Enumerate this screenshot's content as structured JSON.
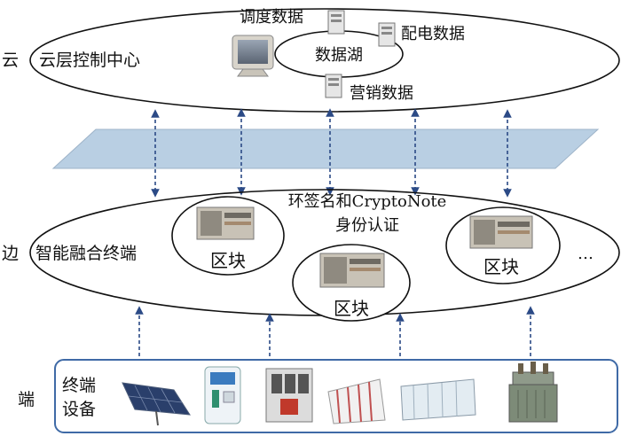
{
  "layers": {
    "cloud": {
      "side_label": "云",
      "title": "云层控制中心",
      "lake_label": "数据湖",
      "sources": [
        "调度数据",
        "配电数据",
        "营销数据"
      ]
    },
    "edge": {
      "side_label": "边",
      "title": "智能融合终端",
      "auth_line1": "环签名和CryptoNote",
      "auth_line2": "身份认证",
      "blocks": [
        "区块",
        "区块",
        "区块"
      ],
      "ellipsis": "…"
    },
    "end": {
      "side_label": "端",
      "title_line1": "终端",
      "title_line2": "设备",
      "devices": [
        "solar-panel",
        "charging-pile",
        "circuit-breaker",
        "battery-cabinet",
        "energy-storage-container",
        "transformer"
      ]
    }
  },
  "colors": {
    "outline": "#111111",
    "band": "#b9cfe3",
    "arrow": "#2b4a86",
    "terminal_box": "#3f6aa6"
  }
}
